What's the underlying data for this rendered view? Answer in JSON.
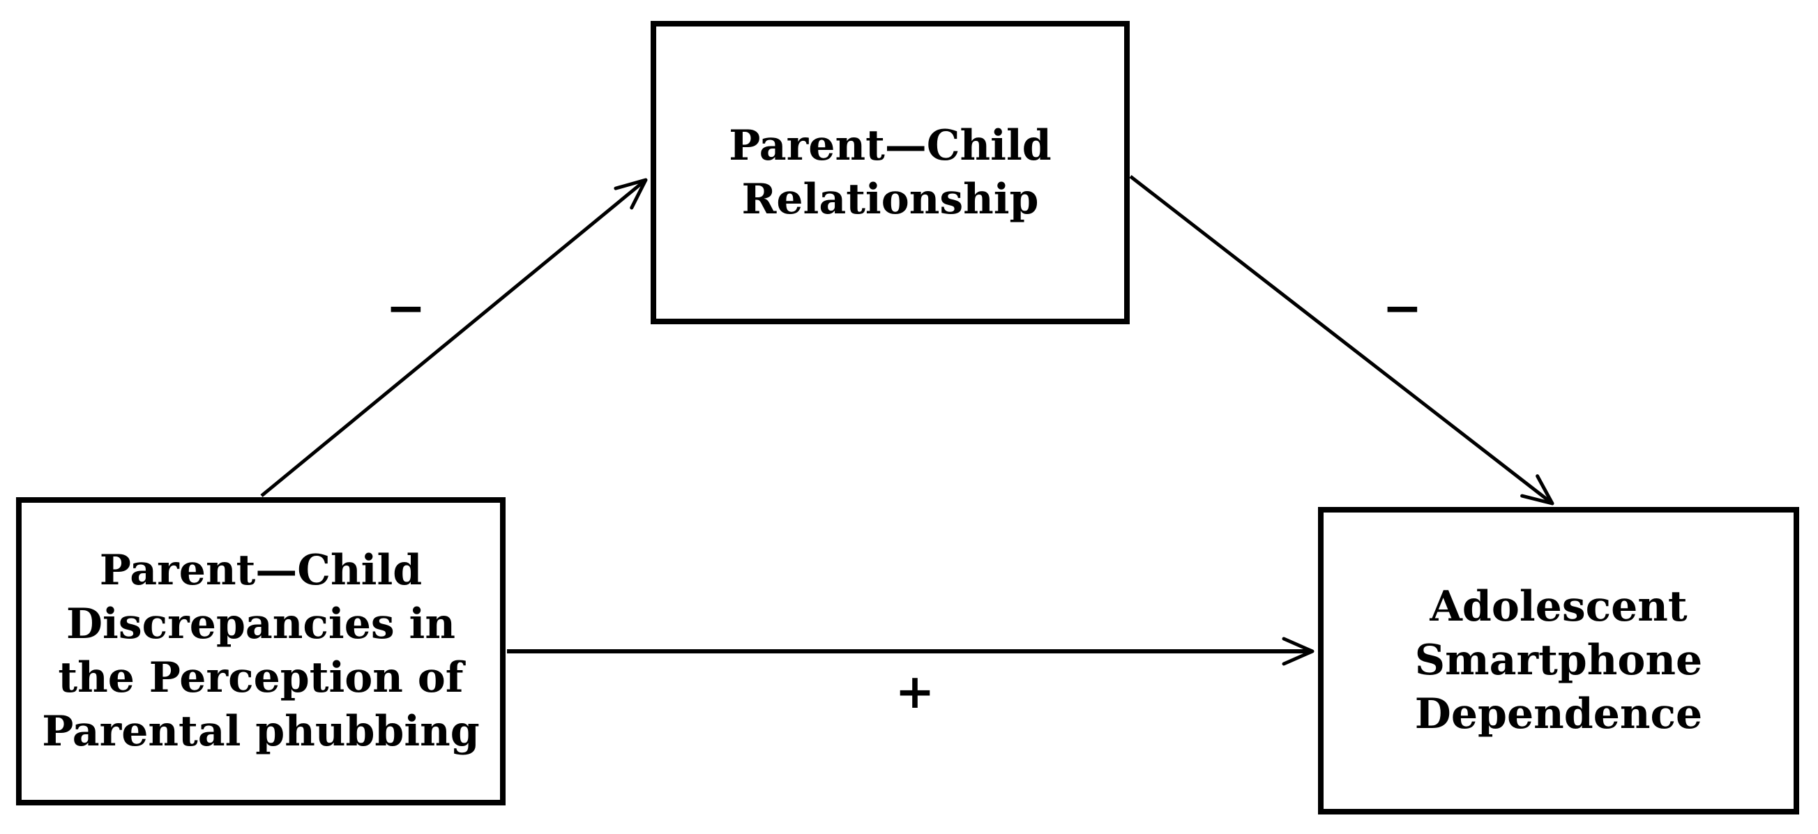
{
  "figure": {
    "background": "#ffffff",
    "box_fill": "#ffffff",
    "box_border_color": "#000000",
    "text_color": "#000000",
    "arrow_color": "#000000"
  },
  "boxes": {
    "predictor": {
      "lines": [
        "Parent—Child",
        "Discrepancies in",
        "the Perception of",
        "Parental phubbing"
      ]
    },
    "mediator": {
      "lines": [
        "Parent—Child",
        "Relationship"
      ]
    },
    "outcome": {
      "lines": [
        "Adolescent",
        "Smartphone",
        "Dependence"
      ]
    }
  },
  "path_labels": {
    "predictor_to_mediator": "−",
    "mediator_to_outcome": "−",
    "predictor_to_outcome": "+"
  }
}
